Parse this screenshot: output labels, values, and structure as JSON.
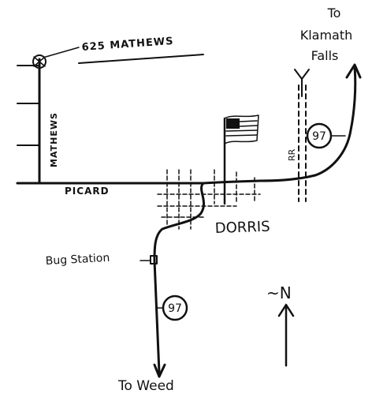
{
  "labels": {
    "address": "625 MATHEWS",
    "mathews_street": "MATHEWS",
    "picard_street": "PICARD",
    "town": "DORRIS",
    "railroad": "RR",
    "bug_station": "Bug Station",
    "route_north": "97",
    "route_south": "97",
    "north": "~N",
    "to_klamath_line1": "To",
    "to_klamath_line2": "Klamath",
    "to_klamath_line3": "Falls",
    "to_weed": "To Weed"
  },
  "icons": {
    "flag": "us-flag-icon",
    "railroad_signal": "railroad-crossing-icon",
    "location_marker": "circle-marker-icon",
    "north_arrow": "north-arrow-icon"
  }
}
